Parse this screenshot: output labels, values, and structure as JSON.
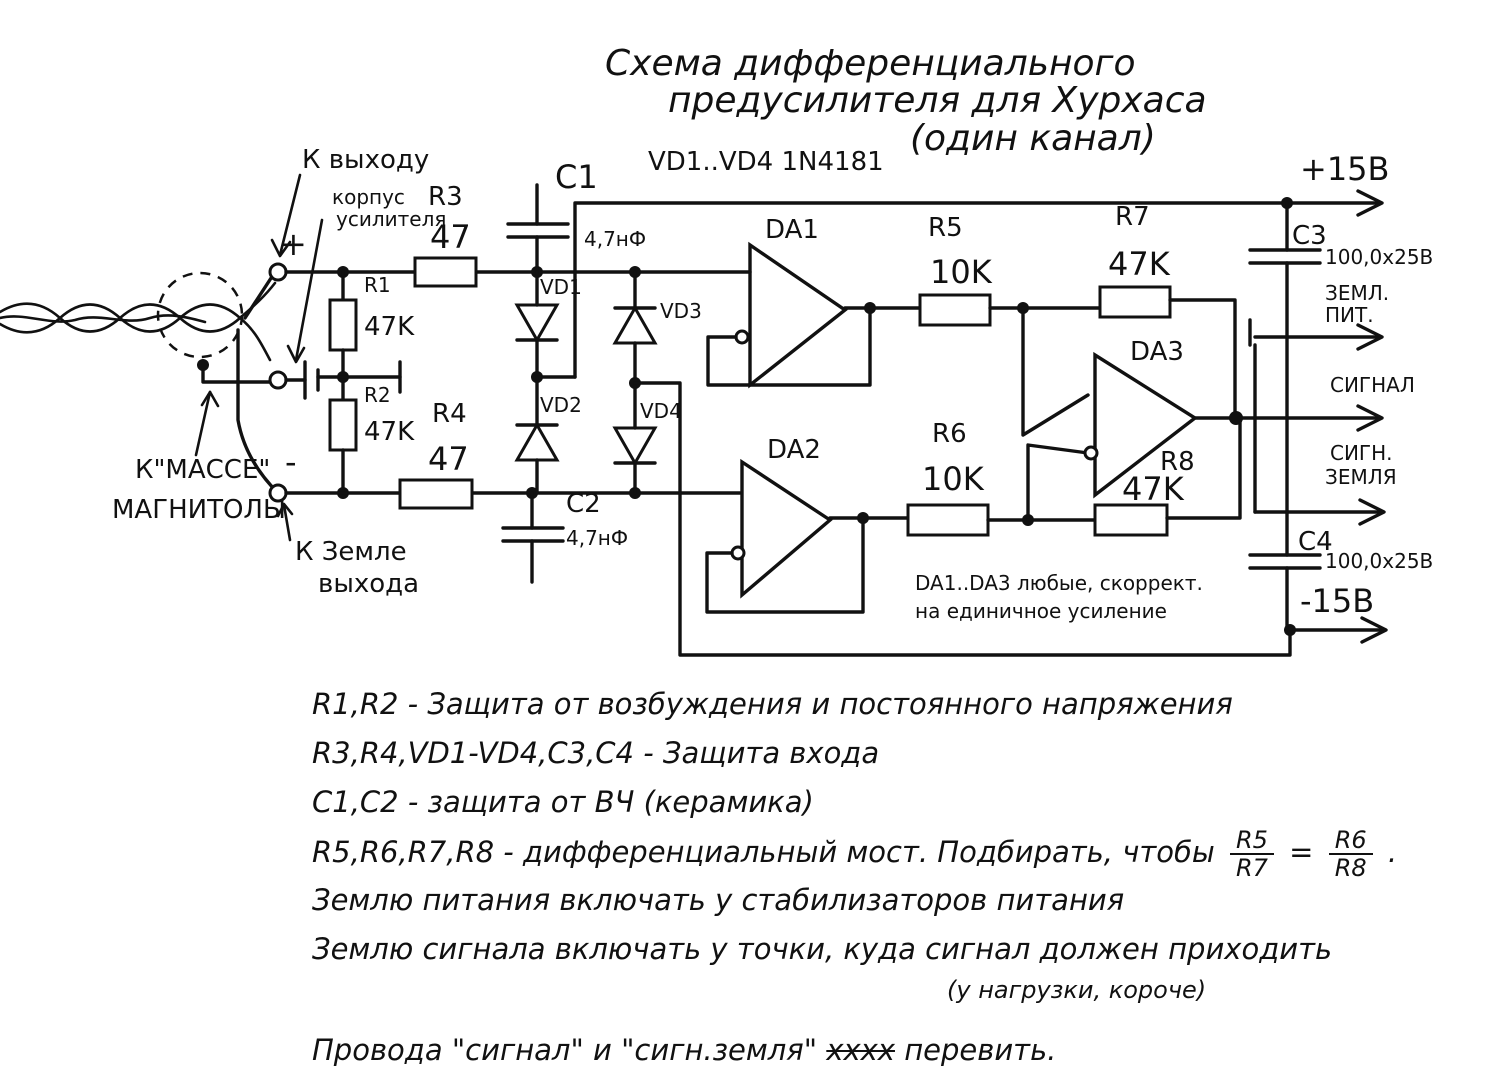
{
  "title": {
    "line1": "Схема дифференциального",
    "line2": "предусилителя для Хурхаса",
    "line3": "(один канал)"
  },
  "labels": {
    "k_vyhodu": "К выходу",
    "korpus": "корпус",
    "usilitelya": "усилителя",
    "k_masse": "К\"МАССЕ\"",
    "magnitoly": "МАГНИТОЛЫ",
    "k_zemle": "К Земле",
    "vyhoda": "выхода",
    "plus_in": "+",
    "minus_in": "-",
    "diodes_note": "VD1..VD4 1N4181",
    "opamps_note_1": "DA1..DA3 любые, скоррект.",
    "opamps_note_2": "на единичное усиление"
  },
  "components": {
    "R1": {
      "name": "R1",
      "value": "47K"
    },
    "R2": {
      "name": "R2",
      "value": "47K"
    },
    "R3": {
      "name": "R3",
      "value": "47"
    },
    "R4": {
      "name": "R4",
      "value": "47"
    },
    "R5": {
      "name": "R5",
      "value": "10K"
    },
    "R6": {
      "name": "R6",
      "value": "10K"
    },
    "R7": {
      "name": "R7",
      "value": "47K"
    },
    "R8": {
      "name": "R8",
      "value": "47K"
    },
    "C1": {
      "name": "C1",
      "value": "4,7нФ"
    },
    "C2": {
      "name": "C2",
      "value": "4,7нФ"
    },
    "C3": {
      "name": "C3",
      "value": "100,0x25B"
    },
    "C4": {
      "name": "C4",
      "value": "100,0x25B"
    },
    "VD1": "VD1",
    "VD2": "VD2",
    "VD3": "VD3",
    "VD4": "VD4",
    "DA1": "DA1",
    "DA2": "DA2",
    "DA3": "DA3"
  },
  "outputs": {
    "plus15": "+15B",
    "zemlya_1": "ЗЕМЛ.",
    "zemlya_2": "ПИТ.",
    "signal": "СИГНАЛ",
    "sign_zem_1": "СИГН.",
    "sign_zem_2": "ЗЕМЛЯ",
    "minus15": "-15B"
  },
  "notes": [
    "R1,R2 - Защита от возбуждения и постоянного напряжения",
    "R3,R4,VD1-VD4,C3,C4 - Защита входа",
    "C1,C2 - защита от ВЧ (керамика)"
  ],
  "bridge_note": {
    "prefix": "R5,R6,R7,R8 - дифференциальный мост. Подбирать, чтобы",
    "frac1_num": "R5",
    "frac1_den": "R7",
    "equals": "=",
    "frac2_num": "R6",
    "frac2_den": "R8",
    "end": "."
  },
  "ground_notes": [
    "Землю питания включать у стабилизаторов питания",
    "Землю сигнала включать у точки, куда сигнал должен приходить",
    "(у нагрузки, короче)"
  ],
  "twist_note": {
    "prefix": "Провода \"сигнал\" и \"сигн.земля\"",
    "struck": "xxxx",
    "suffix": "перевить."
  }
}
